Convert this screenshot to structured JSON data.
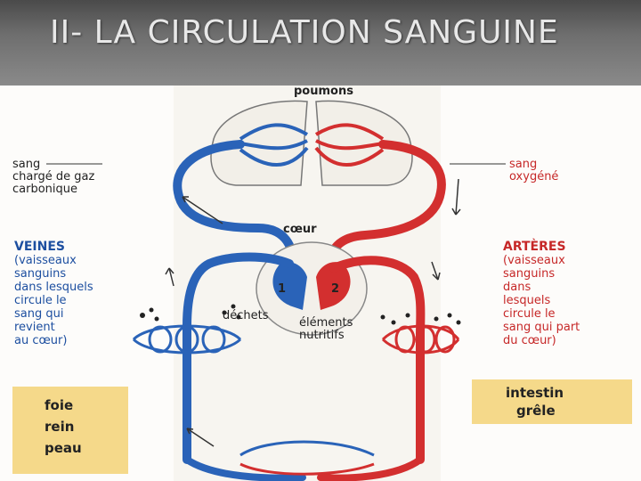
{
  "slide": {
    "title": "II- LA CIRCULATION SANGUINE"
  },
  "diagram": {
    "lungs_label": "poumons",
    "heart_label": "cœur",
    "heart_chamber_1": "1",
    "heart_chamber_2": "2",
    "left_top": [
      "sang",
      "chargé de gaz",
      "carbonique"
    ],
    "right_top": [
      "sang",
      "oxygéné"
    ],
    "veins": [
      "VEINES",
      "(vaisseaux",
      "sanguins",
      "dans lesquels",
      "circule le",
      "sang qui",
      "revient",
      "au cœur)"
    ],
    "arteries": [
      "ARTÈRES",
      "(vaisseaux",
      "sanguins",
      "dans",
      "lesquels",
      "circule le",
      "sang qui part",
      "du cœur)"
    ],
    "waste_label": "déchets",
    "nutrients": [
      "éléments",
      "nutritifs"
    ],
    "organs_left": [
      "foie",
      "rein",
      "peau"
    ],
    "organs_right": [
      "intestin",
      "grêle"
    ]
  },
  "colors": {
    "title_bar": "#6e6e6e",
    "vein_blue": "#2a63b8",
    "artery_red": "#d32f2f",
    "organ_box": "#f5d98a"
  }
}
